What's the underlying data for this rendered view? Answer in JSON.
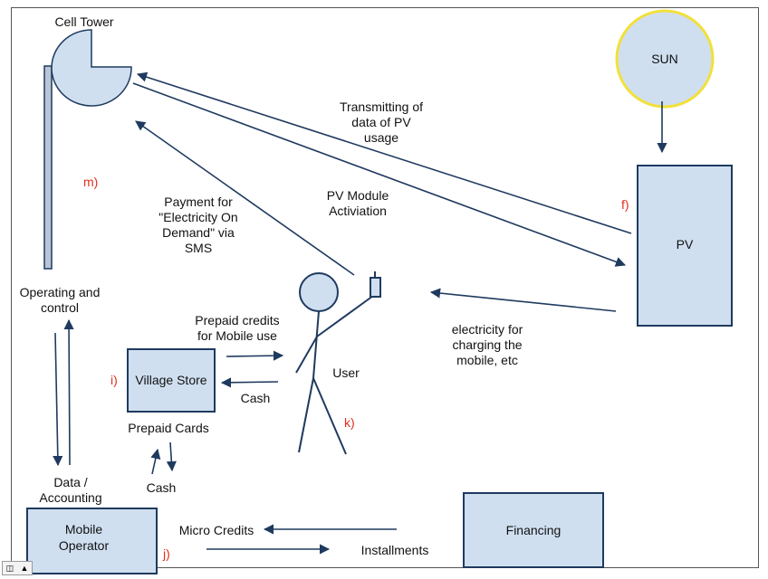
{
  "nodes": {
    "cell_tower": "Cell Tower",
    "sun": "SUN",
    "pv": "PV",
    "village_store": "Village Store",
    "financing": "Financing",
    "mobile_operator": "Mobile\nOperator",
    "user": "User"
  },
  "labels": {
    "transmitting": "Transmitting of\ndata of PV\nusage",
    "pv_activation": "PV Module\nActiviation",
    "payment": "Payment for\n\"Electricity On\nDemand\" via\nSMS",
    "operating": "Operating and\ncontrol",
    "prepaid_credits": "Prepaid credits\nfor Mobile use",
    "cash_user": "Cash",
    "electricity": "electricity for\ncharging the\nmobile, etc",
    "prepaid_cards": "Prepaid Cards",
    "cash_store": "Cash",
    "data_accounting": "Data /\nAccounting",
    "micro_credits": "Micro Credits",
    "installments": "Installments"
  },
  "markers": {
    "m": "m)",
    "f": "f)",
    "i": "i)",
    "k": "k)",
    "j": "j)"
  },
  "colors": {
    "fill": "#cfdff0",
    "stroke": "#1f3a5f",
    "arrow": "#1f3a5f",
    "sun_border": "#f2e03a",
    "marker": "#e0301e"
  }
}
